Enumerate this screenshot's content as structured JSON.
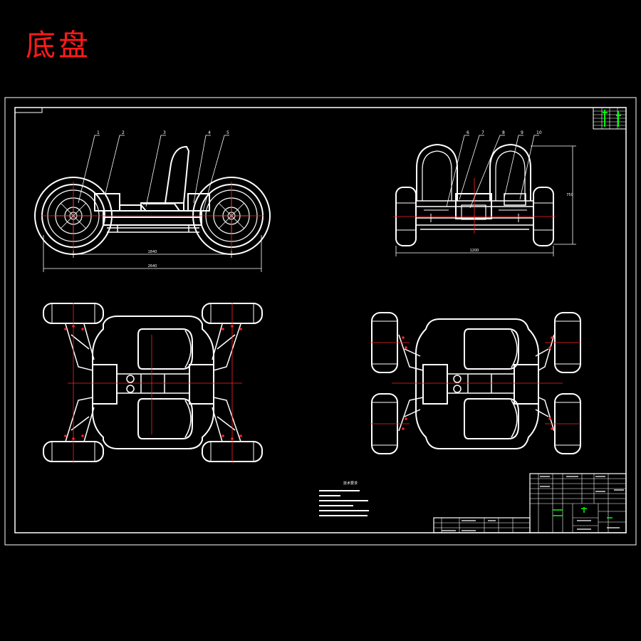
{
  "title": "底盘",
  "colors": {
    "background": "#000000",
    "line": "#ffffff",
    "centerline": "#ff2222",
    "accent": "#00ff00",
    "title": "#ff1a1a"
  },
  "drawing": {
    "side_view": {
      "callouts": [
        "1",
        "2",
        "3",
        "4",
        "5"
      ],
      "dim_wheelbase": "1840",
      "dim_overall_length": "2640"
    },
    "front_view": {
      "callouts": [
        "6",
        "7",
        "8",
        "9",
        "10"
      ],
      "dim_track": "1200",
      "dim_height": "750"
    },
    "notes_title": "技术要求"
  }
}
